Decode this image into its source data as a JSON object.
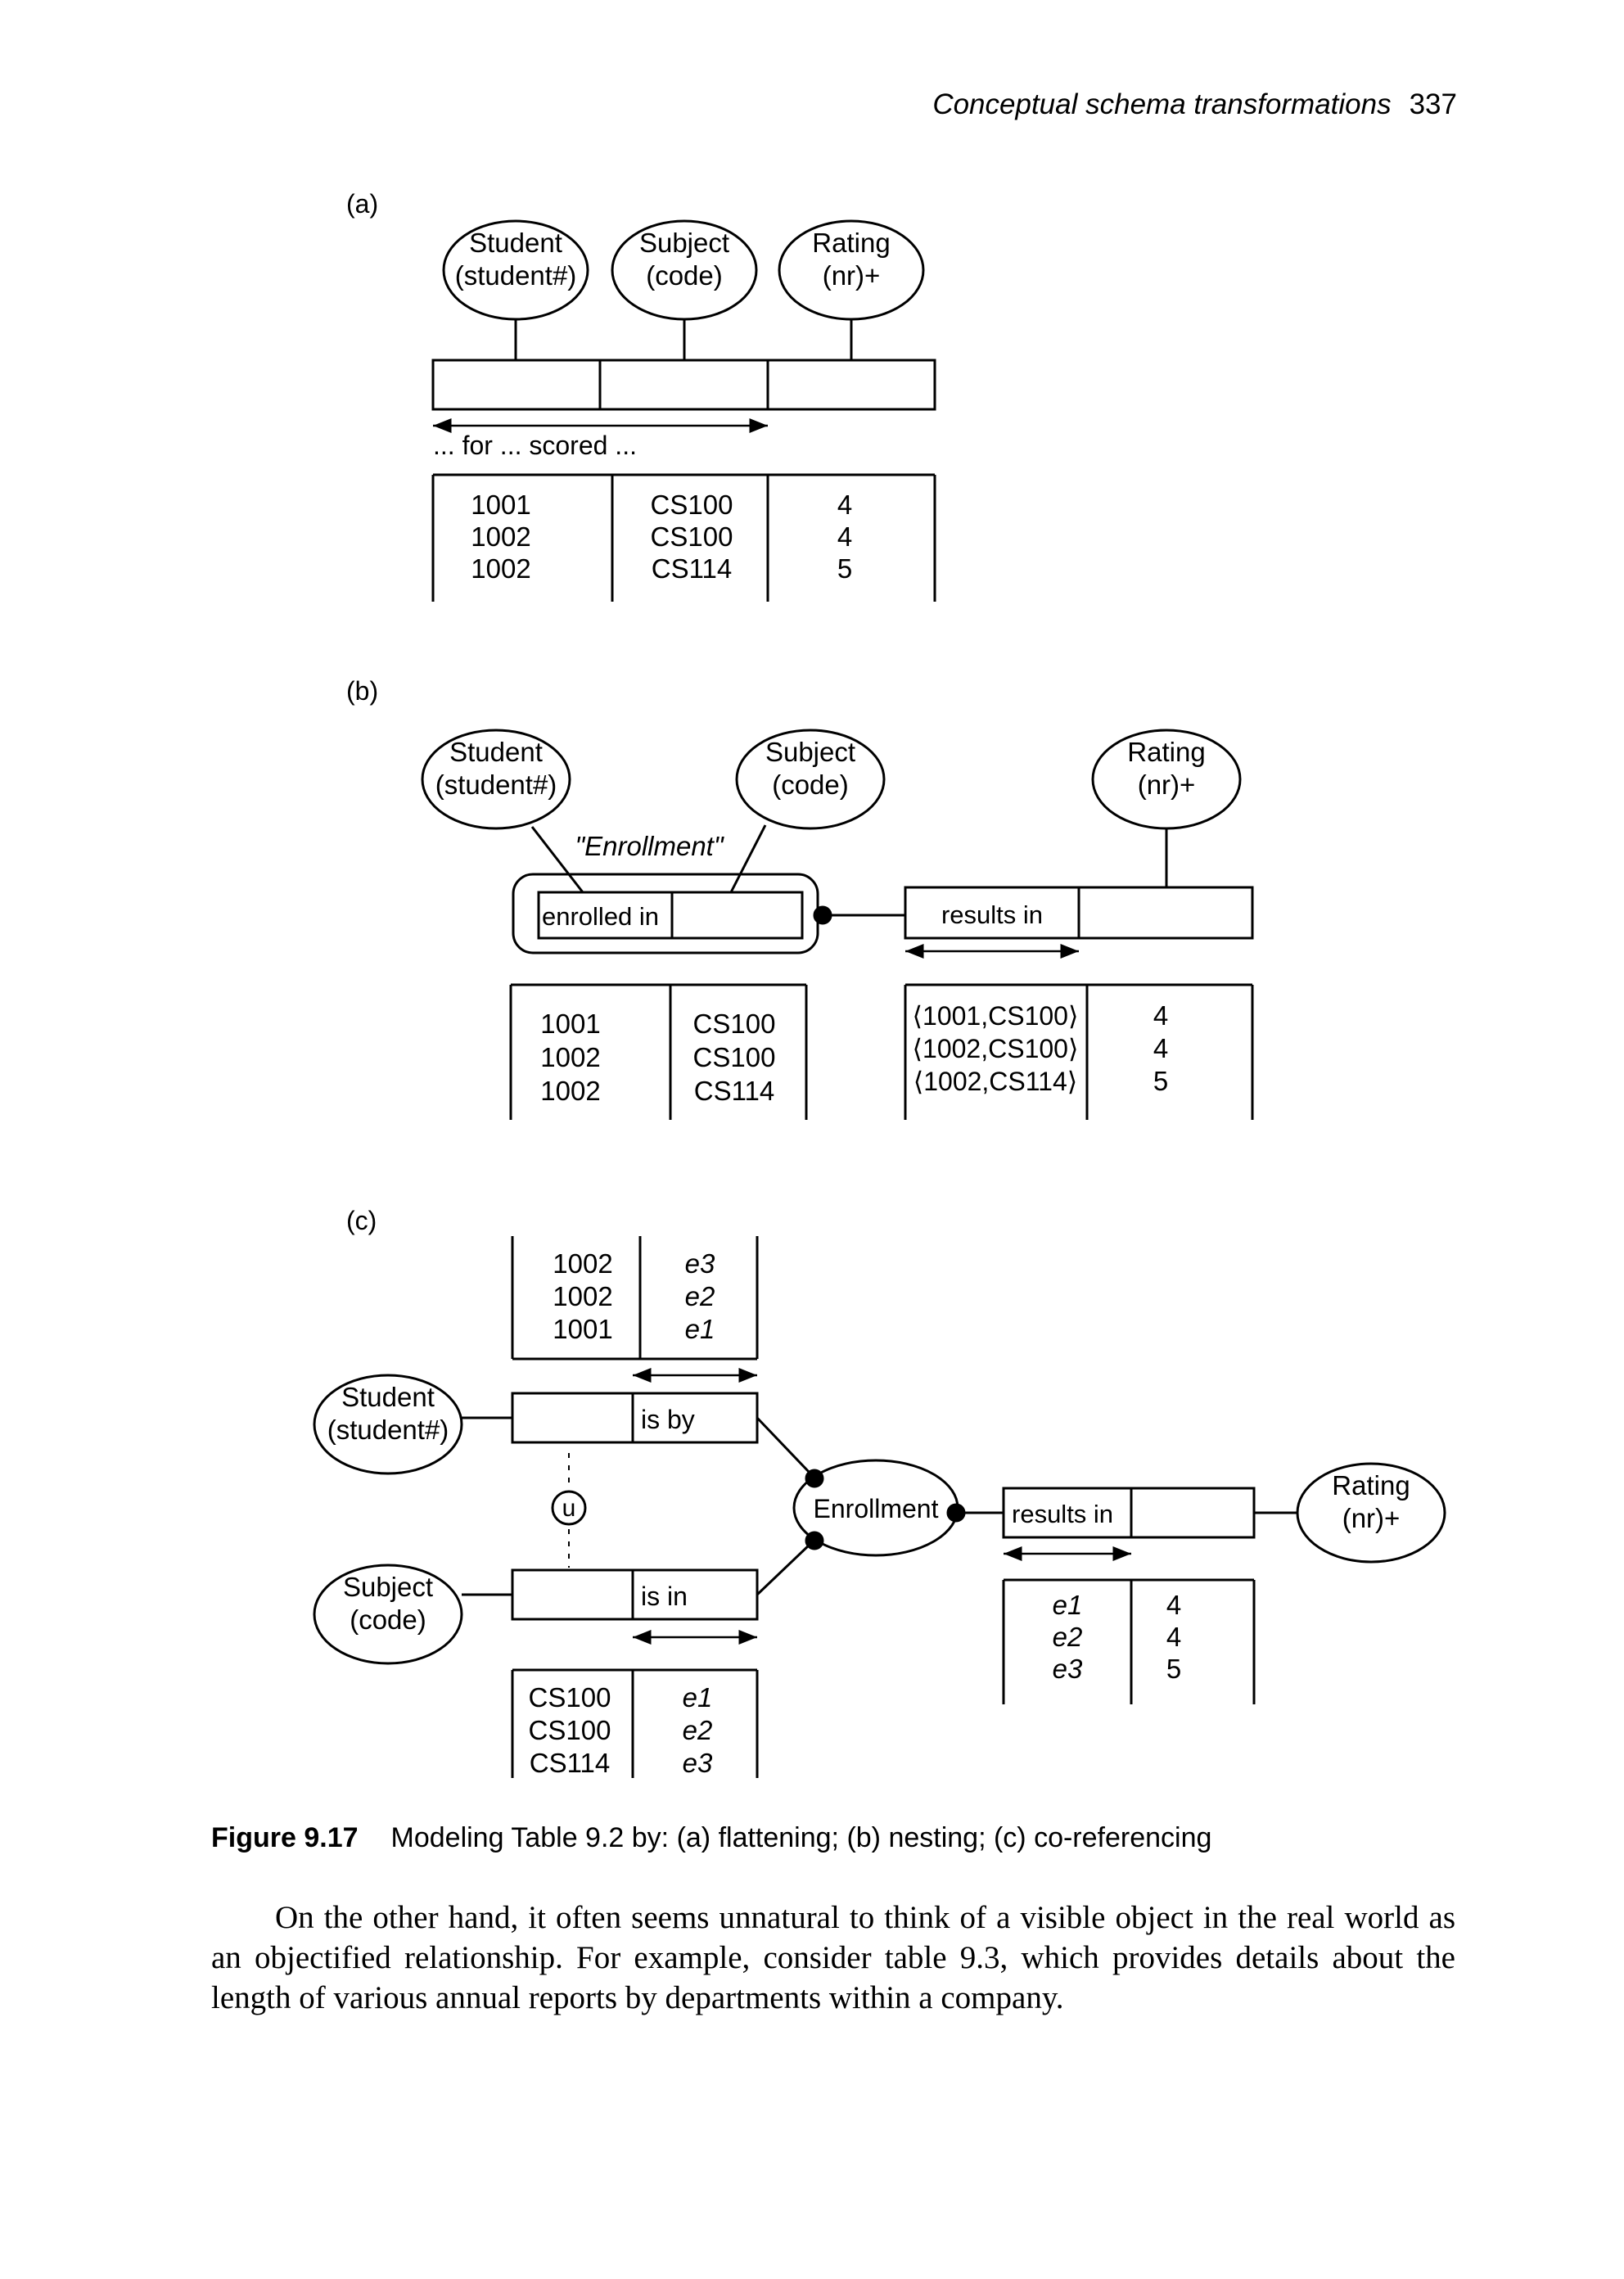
{
  "header": {
    "title": "Conceptual schema transformations",
    "page_number": "337"
  },
  "figure": {
    "a": {
      "label": "(a)",
      "entities": [
        {
          "name": "Student",
          "ref": "(student#)"
        },
        {
          "name": "Subject",
          "ref": "(code)"
        },
        {
          "name": "Rating",
          "ref": "(nr)+"
        }
      ],
      "reading": "... for ... scored ...",
      "rows": [
        [
          "1001",
          "CS100",
          "4"
        ],
        [
          "1002",
          "CS100",
          "4"
        ],
        [
          "1002",
          "CS114",
          "5"
        ]
      ]
    },
    "b": {
      "label": "(b)",
      "entities": [
        {
          "name": "Student",
          "ref": "(student#)"
        },
        {
          "name": "Subject",
          "ref": "(code)"
        },
        {
          "name": "Rating",
          "ref": "(nr)+"
        }
      ],
      "objectified_name": "\"Enrollment\"",
      "role_enrolled": "enrolled in",
      "role_results": "results in",
      "nested_rows": [
        [
          "1001",
          "CS100"
        ],
        [
          "1002",
          "CS100"
        ],
        [
          "1002",
          "CS114"
        ]
      ],
      "result_rows": [
        [
          "⟨1001,CS100⟩",
          "4"
        ],
        [
          "⟨1002,CS100⟩",
          "4"
        ],
        [
          "⟨1002,CS114⟩",
          "5"
        ]
      ]
    },
    "c": {
      "label": "(c)",
      "entities": [
        {
          "name": "Student",
          "ref": "(student#)"
        },
        {
          "name": "Subject",
          "ref": "(code)"
        },
        {
          "name": "Rating",
          "ref": "(nr)+"
        }
      ],
      "enrollment": "Enrollment",
      "role_isby": "is by",
      "role_isin": "is in",
      "role_results": "results in",
      "uniqueness": "u",
      "top_rows": [
        [
          "1002",
          "e3"
        ],
        [
          "1002",
          "e2"
        ],
        [
          "1001",
          "e1"
        ]
      ],
      "bottom_rows": [
        [
          "CS100",
          "e1"
        ],
        [
          "CS100",
          "e2"
        ],
        [
          "CS114",
          "e3"
        ]
      ],
      "result_rows": [
        [
          "e1",
          "4"
        ],
        [
          "e2",
          "4"
        ],
        [
          "e3",
          "5"
        ]
      ]
    }
  },
  "caption": {
    "label": "Figure 9.17",
    "text": "Modeling Table 9.2 by: (a) flattening; (b) nesting; (c) co-referencing"
  },
  "body_text": "On the other hand, it often seems unnatural to think of a visible object in the real world as an objectified relationship. For example, consider table 9.3, which provides details about the length of various annual reports by departments within a company."
}
